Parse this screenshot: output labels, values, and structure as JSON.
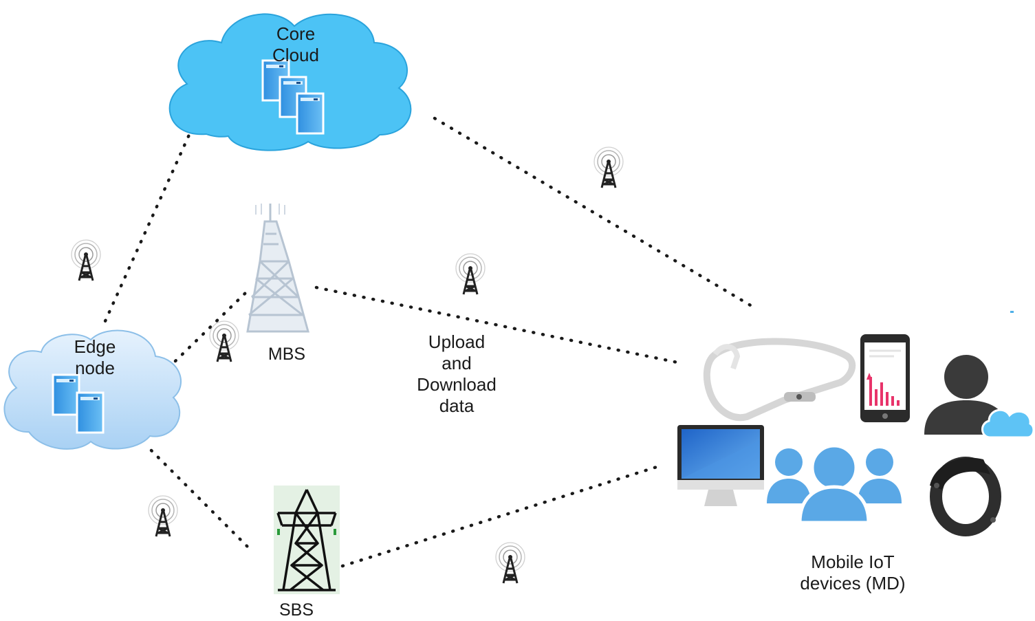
{
  "nodes": {
    "core_cloud": {
      "line1": "Core",
      "line2": "Cloud"
    },
    "edge_node": {
      "line1": "Edge",
      "line2": "node"
    },
    "mbs": {
      "label": "MBS"
    },
    "sbs": {
      "label": "SBS"
    },
    "devices": {
      "line1": "Mobile IoT",
      "line2": "devices (MD)"
    }
  },
  "link_label": {
    "line1": "Upload",
    "line2": "and",
    "line3": "Download",
    "line4": "data"
  },
  "colors": {
    "cloud_blue": "#4cc3f5",
    "edge_cloud": "#b9dbf6",
    "server_blue": "#3b9ee8",
    "tower_grey": "#c9d4e0",
    "people_blue": "#5aa8e6",
    "chart_pink": "#e8336a",
    "dark_grey": "#3a3a3a",
    "dotted_line": "#1a1a1a"
  },
  "icons": [
    "core-cloud-icon",
    "server-icon",
    "edge-cloud-icon",
    "mbs-tower-icon",
    "sbs-pylon-icon",
    "antenna-icon",
    "smart-glasses-icon",
    "smartphone-icon",
    "desktop-monitor-icon",
    "user-group-icon",
    "user-avatar-icon",
    "smart-band-icon"
  ]
}
